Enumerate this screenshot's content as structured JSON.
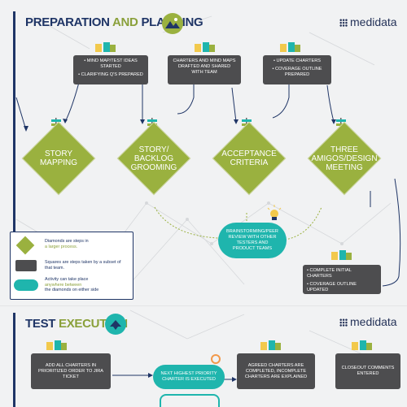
{
  "section1": {
    "title_part1": "PREPARATION",
    "title_part2": "AND",
    "title_part3": "PLANNING",
    "brand": "medidata",
    "boxes": [
      {
        "lines": [
          "• MIND MAP/TEST IDEAS STARTED",
          "• CLARIFYING Q'S PREPARED"
        ]
      },
      {
        "lines": [
          "CHARTERS AND MIND MAPS DRAFTED AND SHARED WITH TEAM"
        ]
      },
      {
        "lines": [
          "• UPDATE CHARTERS",
          "• COVERAGE OUTLINE PREPARED"
        ]
      }
    ],
    "diamonds": [
      {
        "label": "STORY\nMAPPING"
      },
      {
        "label": "STORY/\nBACKLOG\nGROOMING"
      },
      {
        "label": "ACCEPTANCE\nCRITERIA"
      },
      {
        "label": "THREE\nAMIGOS/DESIGN\nMEETING"
      }
    ],
    "brainstorm": "BRAINSTORMING/PEER REVIEW WITH OTHER TESTERS AND PRODUCT TEAMS",
    "final_box": [
      "• COMPLETE INITIAL CHARTERS",
      "• COVERAGE OUTLINE UPDATED"
    ],
    "legend": {
      "diamond_text": "Diamonds are steps in",
      "diamond_text2": "a larger process.",
      "square_text": "Squares are steps taken by a subset of that team.",
      "oval_text": "Activity can take place",
      "oval_text2": "anywhere between",
      "oval_text3": "the diamonds on either side"
    }
  },
  "section2": {
    "title_part1": "TEST",
    "title_part2": "EXECUTION",
    "brand": "medidata",
    "box1": "ADD ALL CHARTERS IN PRIORITIZED ORDER TO JIRA TICKET",
    "oval1": "NEXT HIGHEST PRIORITY CHARTER IS EXECUTED",
    "box2": "AGREED CHARTERS ARE COMPLETED, INCOMPLETE CHARTERS ARE EXPLAINED",
    "box3": "CLOSEOUT COMMENTS ENTERED"
  },
  "colors": {
    "navy": "#1f3566",
    "green": "#9ab13f",
    "teal": "#1fb5ad",
    "dark": "#4d4d4f"
  }
}
